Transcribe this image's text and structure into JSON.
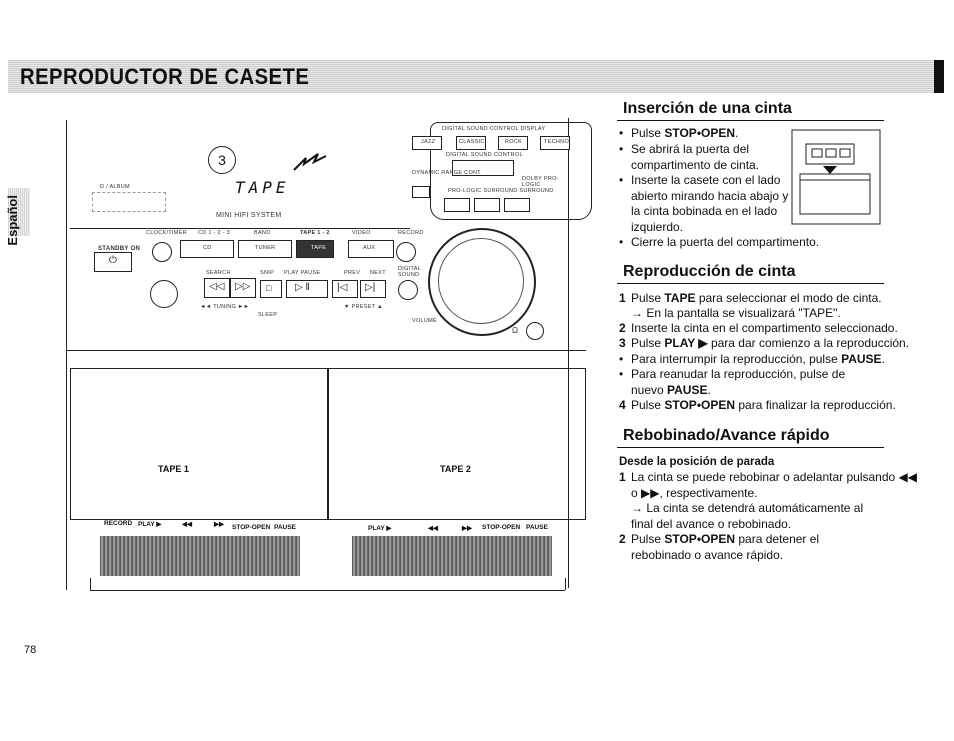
{
  "header": {
    "title": "REPRODUCTOR DE CASETE"
  },
  "side_tab": {
    "label": "Español"
  },
  "page_number": "78",
  "device": {
    "display_text": "TAPE",
    "system_label": "MINI HIFI SYSTEM",
    "panel_title": "DIGITAL SOUND CONTROL DISPLAY",
    "dsc_buttons": [
      "JAZZ",
      "CLASSIC",
      "ROCK",
      "TECHNO"
    ],
    "dsc_sub": "DIGITAL SOUND CONTROL",
    "dynamic_label": "DYNAMIC RANGE CONT",
    "dolby_label": "DOLBY PRO-LOGIC",
    "prologic_row": "PRO-LOGIC  SURROUND  SURROUND",
    "standby": "STANDBY ON",
    "clock_timer": "CLOCK/TIMER",
    "cd_label": "CD 1 - 2 - 3",
    "band_label": "BAND",
    "tape_label": "TAPE 1 - 2",
    "video_label": "VIDEO",
    "source_cd": "CD",
    "source_tuner": "TUNER",
    "source_tape": "TAPE",
    "source_aux": "AUX",
    "search_label": "SEARCH",
    "snip_label": "SNIP",
    "play_pause_label": "PLAY   PAUSE",
    "prev_label": "PREV",
    "next_label": "NEXT",
    "digital_sound": "DIGITAL SOUND",
    "tuning_label": "◄◄  TUNING  ►►",
    "preset_label": "▼  PRESET  ▲",
    "sleep_label": "SLEEP",
    "volume_label": "VOLUME",
    "deck1": {
      "label": "TAPE 1",
      "controls": [
        "RECORD",
        "PLAY ▶",
        "◀◀",
        "▶▶",
        "STOP-OPEN",
        "PAUSE"
      ]
    },
    "deck2": {
      "label": "TAPE 2",
      "controls": [
        "PLAY ▶",
        "◀◀",
        "▶▶",
        "STOP-OPEN",
        "PAUSE"
      ]
    }
  },
  "section1": {
    "title": "Inserción de una cinta",
    "items": [
      {
        "pre": "Pulse ",
        "bold": "STOP•OPEN",
        "post": "."
      },
      {
        "text": "Se abrirá la puerta del compartimento de cinta."
      },
      {
        "text": "Inserte la casete con el lado abierto mirando hacia abajo y la cinta bobinada en el lado izquierdo."
      },
      {
        "text": "Cierre la puerta del compartimento."
      }
    ]
  },
  "section2": {
    "title": "Reproducción de cinta",
    "step1_pre": "Pulse ",
    "step1_bold": "TAPE",
    "step1_post": " para seleccionar el modo de cinta.",
    "step1_arrow": "→ En la pantalla se visualizará \"TAPE\".",
    "step2": "Inserte la cinta en el compartimento seleccionado.",
    "step3_pre": "Pulse ",
    "step3_bold": "PLAY ▶",
    "step3_post": " para dar comienzo a la reproducción.",
    "bullet1_pre": "Para interrumpir la reproducción, pulse ",
    "bullet1_bold": "PAUSE",
    "bullet1_post": ".",
    "bullet2_pre": "Para reanudar la reproducción, pulse de nuevo ",
    "bullet2_bold": "PAUSE",
    "bullet2_post": ".",
    "step4_pre": "Pulse ",
    "step4_bold": "STOP•OPEN",
    "step4_post": " para finalizar la reproducción."
  },
  "section3": {
    "title": "Rebobinado/Avance rápido",
    "subtitle": "Desde la posición de parada",
    "step1_pre": "La cinta se puede rebobinar o adelantar pulsando ◀◀",
    "step1_line2": "o ▶▶, respectivamente.",
    "step1_arrow": "→ La cinta se detendrá automáticamente al final del avance o rebobinado.",
    "step2_pre": "Pulse ",
    "step2_bold": "STOP•OPEN",
    "step2_post": " para detener el rebobinado o avance rápido."
  },
  "numbers": [
    "1",
    "2",
    "3",
    "4"
  ]
}
